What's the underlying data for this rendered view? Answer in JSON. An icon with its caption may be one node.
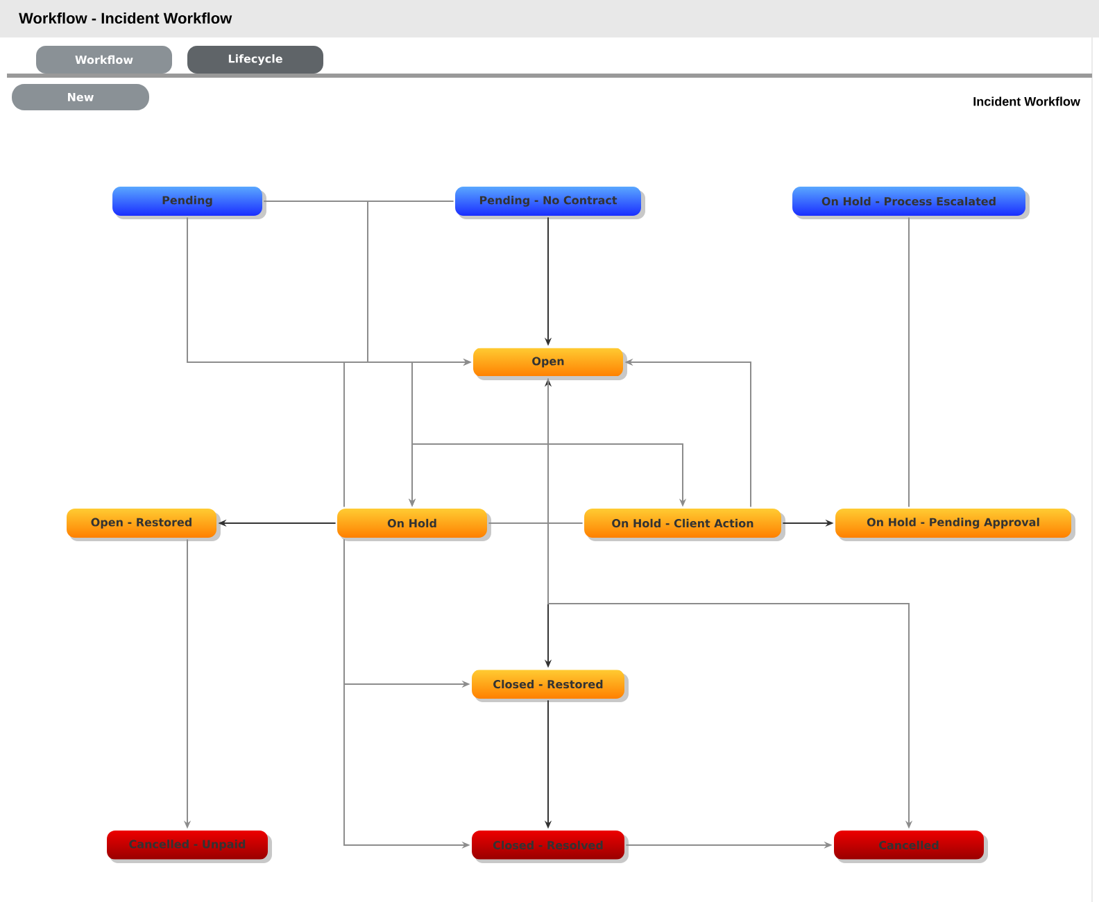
{
  "diagram": {
    "title": "Workflow - Incident Workflow",
    "nodes": [
      {
        "text": [
          "Pending"
        ]
      },
      {
        "text": [
          "Pending - No Contract"
        ]
      },
      {
        "text": [
          "On Hold - Process Escalated"
        ]
      },
      {
        "text": [
          "Open"
        ]
      },
      {
        "text": [
          "Open - Restored"
        ]
      },
      {
        "text": [
          "On Hold"
        ]
      },
      {
        "text": [
          "On Hold - Client Action"
        ]
      },
      {
        "text": [
          "On Hold - Pending Approval"
        ]
      },
      {
        "text": [
          "Closed - Restored"
        ]
      },
      {
        "text": [
          "Cancelled - Unpaid"
        ]
      },
      {
        "text": [
          "Closed - Resolved"
        ]
      },
      {
        "text": [
          "Cancelled"
        ]
      }
    ],
    "edges": [
      {
        "from": 0,
        "to": 3,
        "arrow": "to"
      },
      {
        "from": 0,
        "to": 5,
        "arrow": "to"
      },
      {
        "from": 1,
        "to": 5,
        "arrow": "to"
      },
      {
        "from": 1,
        "to": 3,
        "arrow": "to",
        "color": "#333333"
      },
      {
        "from": 5,
        "to": 3,
        "arrow": "to"
      },
      {
        "from": 0,
        "to": 6,
        "arrow": "to"
      },
      {
        "from": 5,
        "to": 4,
        "arrow": "to",
        "color": "#333333"
      },
      {
        "from": 5,
        "to": 6,
        "arrow": "none"
      },
      {
        "from": 6,
        "to": 3,
        "arrow": "to"
      },
      {
        "from": 6,
        "to": 7,
        "arrow": "to",
        "color": "#333333"
      },
      {
        "from": 2,
        "to": 7,
        "arrow": "none"
      },
      {
        "from": 4,
        "to": 9,
        "arrow": "to"
      },
      {
        "from": 5,
        "to": 8,
        "arrow": "to"
      },
      {
        "from": 5,
        "to": 10,
        "arrow": "to"
      },
      {
        "from": 3,
        "to": 8,
        "arrow": "both",
        "color": "#333333"
      },
      {
        "from": 3,
        "to": 11,
        "arrow": "to"
      },
      {
        "from": 8,
        "to": 10,
        "arrow": "to",
        "color": "#333333"
      },
      {
        "from": 10,
        "to": 11,
        "arrow": "to"
      }
    ],
    "labels": [
      "Workflow",
      "Lifecycle",
      "New",
      "Incident Workflow"
    ]
  }
}
